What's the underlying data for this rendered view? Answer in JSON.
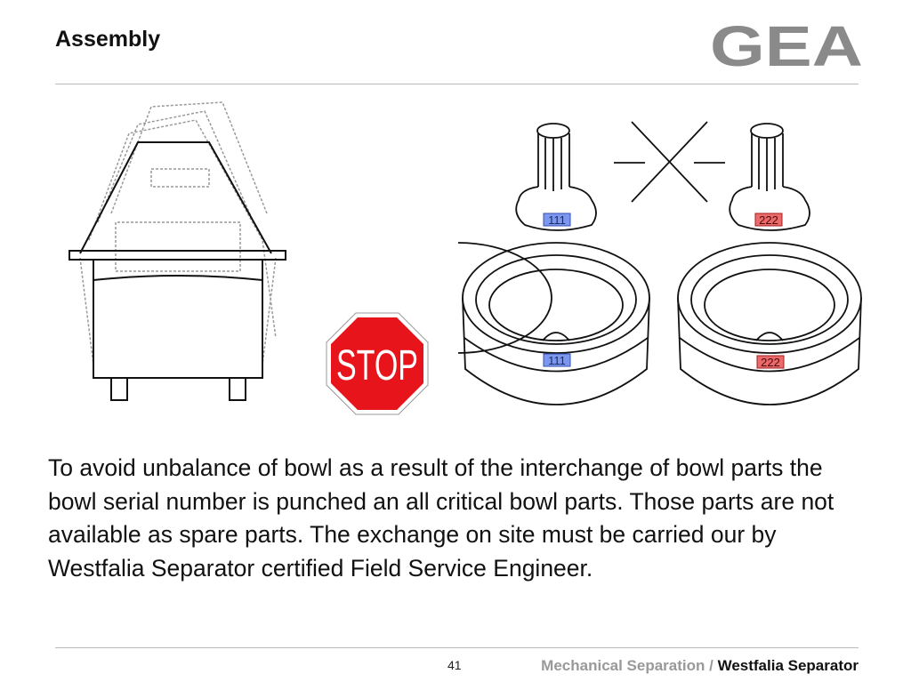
{
  "slide": {
    "title": "Assembly",
    "logo_text": "GEA",
    "stop_sign_text": "STOP",
    "part_labels": {
      "left": "111",
      "right": "222"
    },
    "label_colors": {
      "left": "#5b7fe6",
      "right": "#e34b4b"
    },
    "body": "To avoid unbalance of bowl as a result of the interchange of bowl parts the bowl serial number is punched an all critical bowl parts. Those parts are not available as spare parts. The exchange on site must be carried our by Westfalia Separator certified Field Service Engineer.",
    "footer": {
      "page_number": "41",
      "section": "Mechanical Separation",
      "separator": " / ",
      "product": "Westfalia Separator"
    }
  }
}
